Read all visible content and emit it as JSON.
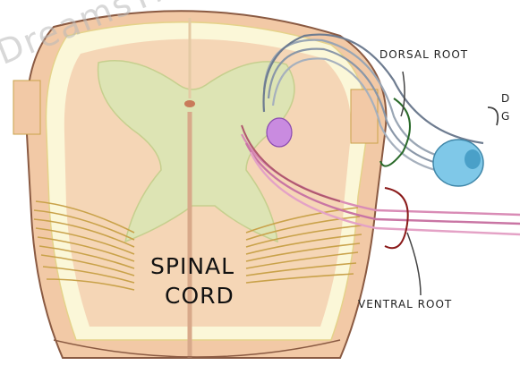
{
  "labels": {
    "dorsal_root": "DORSAL ROOT",
    "ventral_root": "VENTRAL ROOT",
    "spinal": "SPINAL",
    "cord": "CORD",
    "ganglion_partial": "D\nG"
  },
  "watermark": "DreamsTime",
  "colors": {
    "white_matter": "#f2c9a6",
    "grey_matter": "#dde4b4",
    "pia": "#fbf7d8",
    "fiber_lines": "#c9a24a",
    "dorsal_fibers": "#9aa6b4",
    "ventral_fibers": "#d98cb6",
    "sensory_neuron": "#c98be0",
    "ganglion": "#7fc8e8",
    "outline": "#6b4a3a"
  }
}
